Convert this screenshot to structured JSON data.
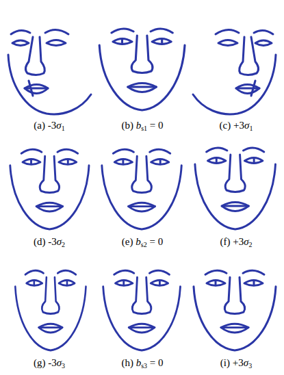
{
  "diagram": {
    "labels": [
      "(a) -3σ1",
      "(b) bs1 = 0",
      "(c) +3σ1",
      "(d) -3σ2",
      "(e) bs2 = 0",
      "(f) +3σ2",
      "(g) -3σ3",
      "(h) bs3 = 0",
      "(i) +3σ3"
    ]
  }
}
